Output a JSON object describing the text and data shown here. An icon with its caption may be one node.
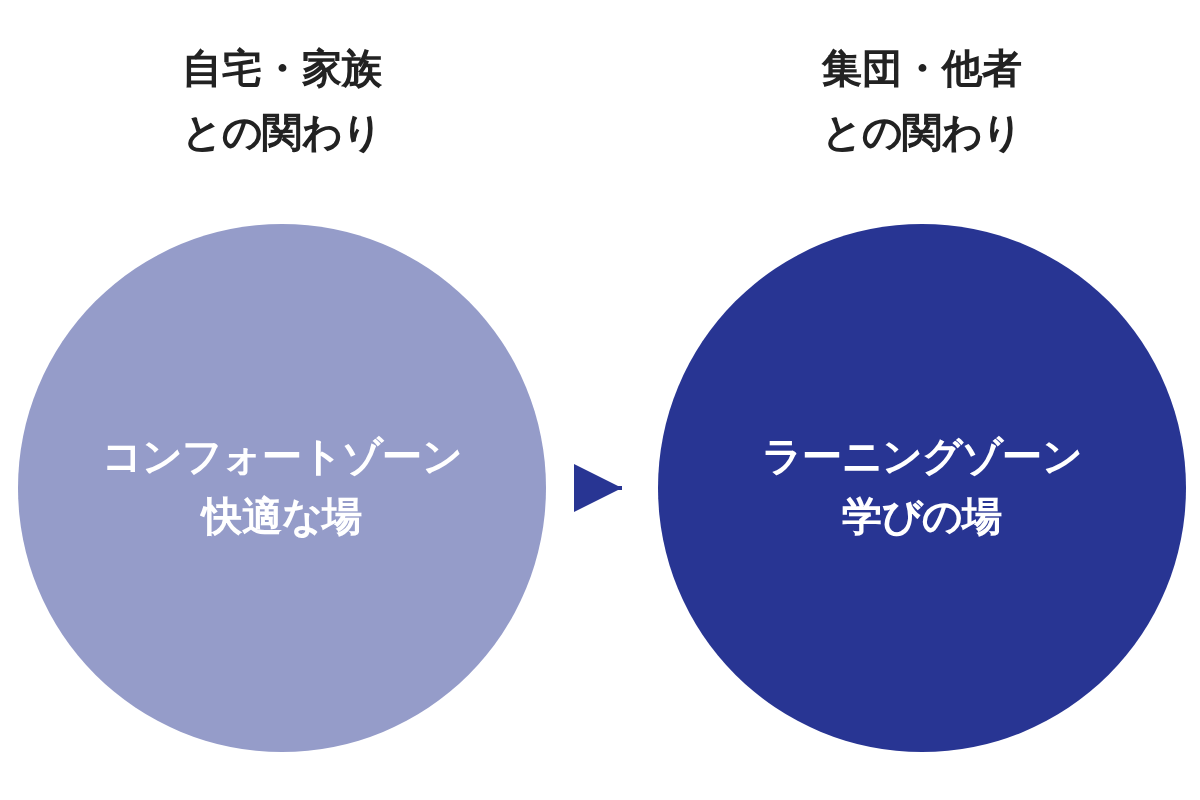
{
  "diagram": {
    "nodes": [
      {
        "text": [
          "自宅・家族との関わり",
          "コンフォートゾーン",
          "快適な場"
        ]
      },
      {
        "text": [
          "集団・他者との関わり",
          "ラーニングゾーン",
          "学びの場"
        ]
      }
    ],
    "edges": [
      {
        "from": 0,
        "to": 1,
        "arrow": "to"
      }
    ]
  }
}
